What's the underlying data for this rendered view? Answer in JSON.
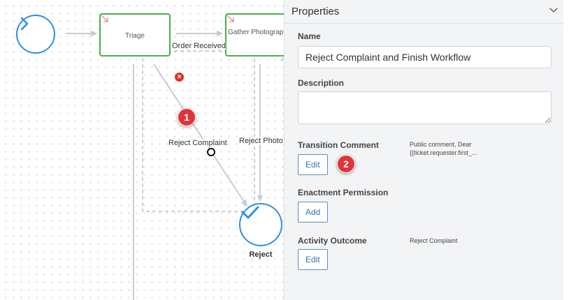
{
  "canvas": {
    "nodes": {
      "triage_label": "Triage",
      "gather_label": "Gather Photographic Evidence",
      "reject_label": "Reject"
    },
    "edges": {
      "order_received": "Order Received",
      "reject_complaint": "Reject Complaint",
      "reject_photo": "Reject Photo"
    },
    "callouts": {
      "first": "1",
      "second": "2"
    },
    "error_icon": "×"
  },
  "panel": {
    "title": "Properties",
    "name_label": "Name",
    "name_value": "Reject Complaint and Finish Workflow",
    "description_label": "Description",
    "description_value": "",
    "transition_comment_label": "Transition Comment",
    "transition_comment_preview_line1": "Public comment, Dear",
    "transition_comment_preview_line2": "{{ticket.requester.first_...",
    "transition_edit_button": "Edit",
    "enactment_label": "Enactment Permission",
    "enactment_add_button": "Add",
    "outcome_label": "Activity Outcome",
    "outcome_value": "Reject Complaint",
    "outcome_edit_button": "Edit"
  },
  "colors": {
    "accent_blue": "#2f8fdf",
    "task_border_green": "#4cae4c",
    "callout_red": "#e0333a",
    "connector_gray": "#c8ccd2"
  }
}
